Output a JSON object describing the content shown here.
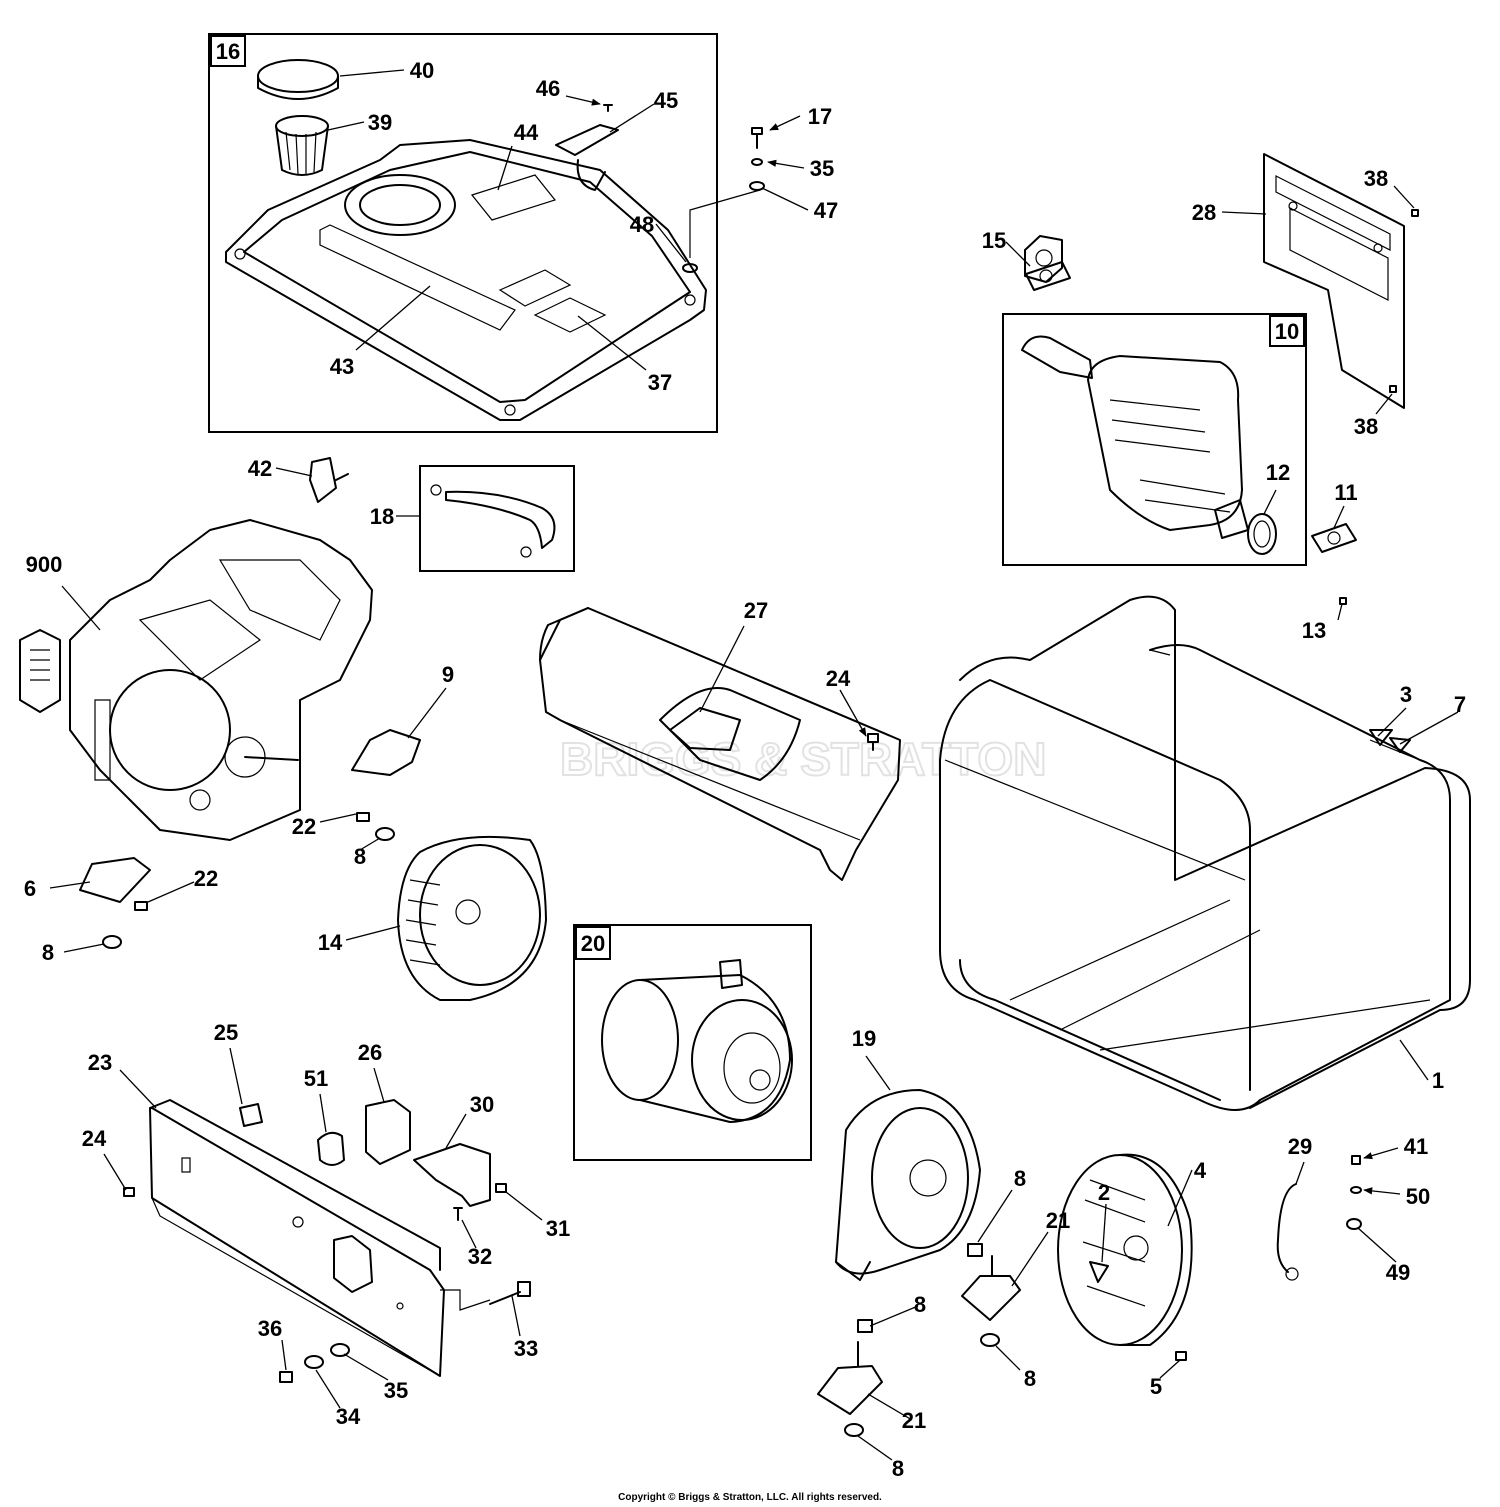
{
  "watermark": "BRIGGS & STRATTON",
  "copyright": "Copyright © Briggs & Stratton, LLC. All rights reserved.",
  "assembly_boxes": [
    "16",
    "10",
    "20"
  ],
  "callouts": [
    "40",
    "39",
    "46",
    "45",
    "44",
    "17",
    "35",
    "47",
    "48",
    "43",
    "37",
    "38",
    "28",
    "15",
    "38",
    "12",
    "11",
    "13",
    "42",
    "18",
    "900",
    "27",
    "24",
    "9",
    "3",
    "7",
    "22",
    "8",
    "6",
    "22",
    "8",
    "14",
    "1",
    "20",
    "19",
    "25",
    "51",
    "26",
    "23",
    "30",
    "24",
    "31",
    "32",
    "8",
    "21",
    "2",
    "4",
    "29",
    "41",
    "50",
    "49",
    "33",
    "36",
    "35",
    "34",
    "8",
    "5",
    "21",
    "8"
  ],
  "icons": [
    "arrow-head-icon"
  ]
}
